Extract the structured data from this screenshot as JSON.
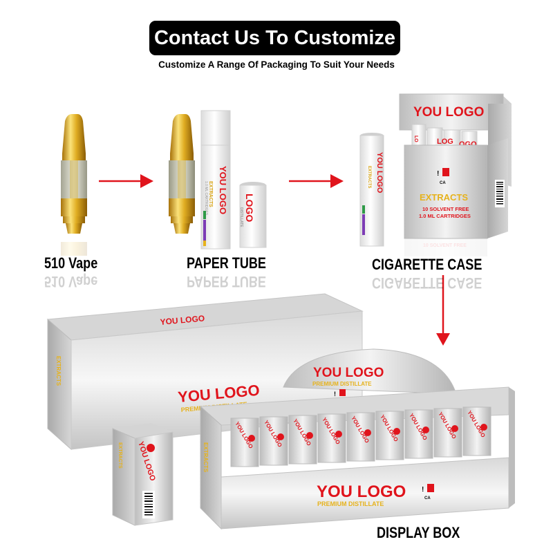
{
  "header": {
    "title": "Contact Us To Customize",
    "subtitle": "Customize A Range Of Packaging To Suit Your Needs"
  },
  "steps": [
    {
      "label": "510 Vape"
    },
    {
      "label": "PAPER TUBE"
    },
    {
      "label": "CIGARETTE CASE"
    },
    {
      "label": "DISPLAY BOX"
    }
  ],
  "packaging_text": {
    "logo": "YOU LOGO",
    "extracts": "EXTRACTS",
    "ca": "CA",
    "solvent_line1": "10 SOLVENT FREE",
    "solvent_line2": "1.0 ML CARTRIDGES",
    "distillate": "PREMIUM DISTILLATE",
    "tube_distillate": "DISTILLATE"
  },
  "colors": {
    "arrow": "#e0141c",
    "logo_red": "#e0141c",
    "gold": "#d9a514",
    "silver": "#c9c9c9"
  }
}
